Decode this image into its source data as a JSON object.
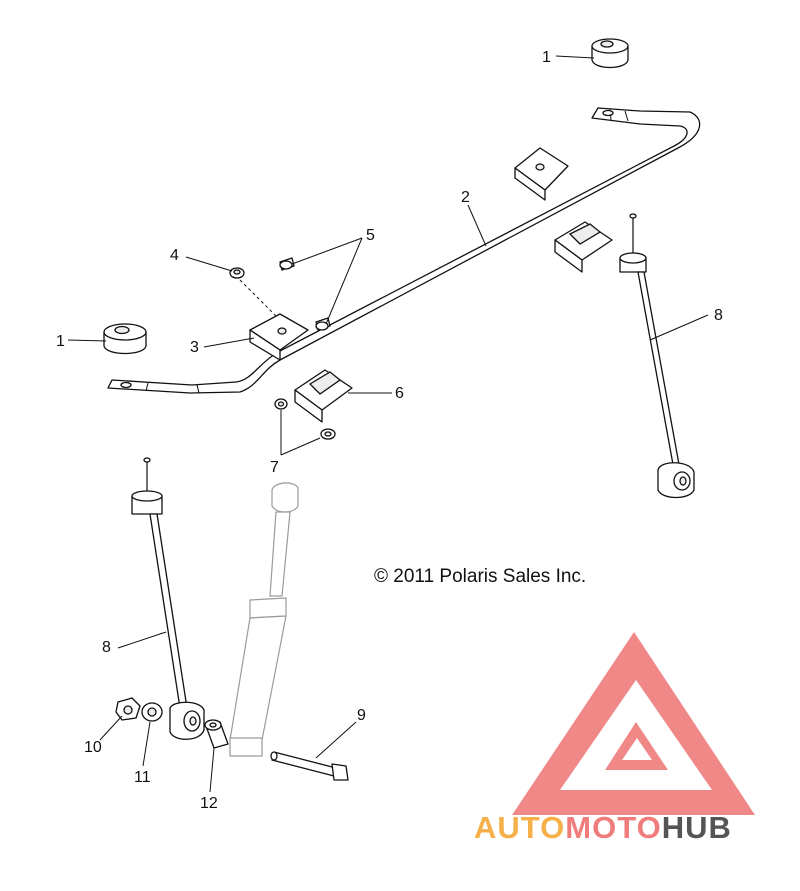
{
  "copyright": "© 2011 Polaris Sales Inc.",
  "callouts": [
    {
      "label": "1"
    },
    {
      "label": "1"
    },
    {
      "label": "2"
    },
    {
      "label": "3"
    },
    {
      "label": "4"
    },
    {
      "label": "5"
    },
    {
      "label": "6"
    },
    {
      "label": "7"
    },
    {
      "label": "8"
    },
    {
      "label": "8"
    },
    {
      "label": "9"
    },
    {
      "label": "10"
    },
    {
      "label": "11"
    },
    {
      "label": "12"
    }
  ],
  "watermark": {
    "auto": "AUTO",
    "moto": "MOTO",
    "hub": "HUB",
    "colors": {
      "triangle": "#f07c7c",
      "auto": "#f6b04a",
      "moto": "#f07c7c",
      "hub": "#555555"
    }
  }
}
